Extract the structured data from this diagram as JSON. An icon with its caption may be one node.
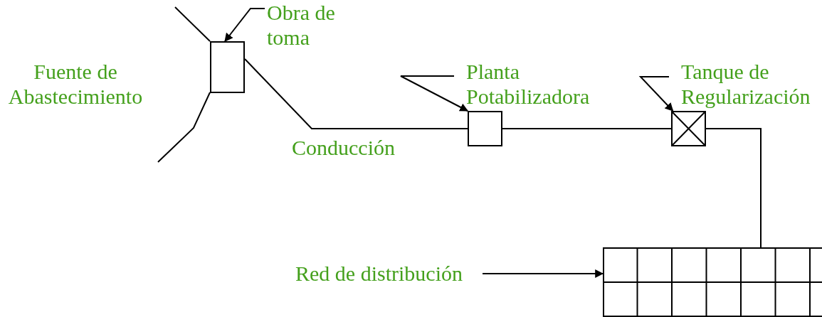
{
  "diagram": {
    "nodes": [
      {
        "text": [
          "Obra de toma"
        ]
      },
      {
        "text": [],
        "shape": "box"
      },
      {
        "text": [
          "Planta Potabilizadora"
        ]
      },
      {
        "text": [],
        "shape": "box"
      },
      {
        "text": [
          "Tanque de Regularización"
        ]
      },
      {
        "text": [],
        "shape": "box"
      },
      {
        "text": [
          "Red de distribución"
        ]
      },
      {
        "text": [],
        "shape": "grid"
      }
    ],
    "edges": [
      {
        "from": 0,
        "to": 1,
        "arrow": "to"
      },
      {
        "from": 2,
        "to": 3,
        "arrow": "to"
      },
      {
        "from": 4,
        "to": 5,
        "arrow": "to"
      },
      {
        "from": 6,
        "to": 7,
        "arrow": "to"
      },
      {
        "from": 1,
        "to": 3,
        "arrow": "none",
        "label": "Conducción"
      },
      {
        "from": 3,
        "to": 5,
        "arrow": "none"
      },
      {
        "from": 5,
        "to": 7,
        "arrow": "none"
      }
    ],
    "labels": [
      "Fuente de Abastecimiento"
    ]
  }
}
